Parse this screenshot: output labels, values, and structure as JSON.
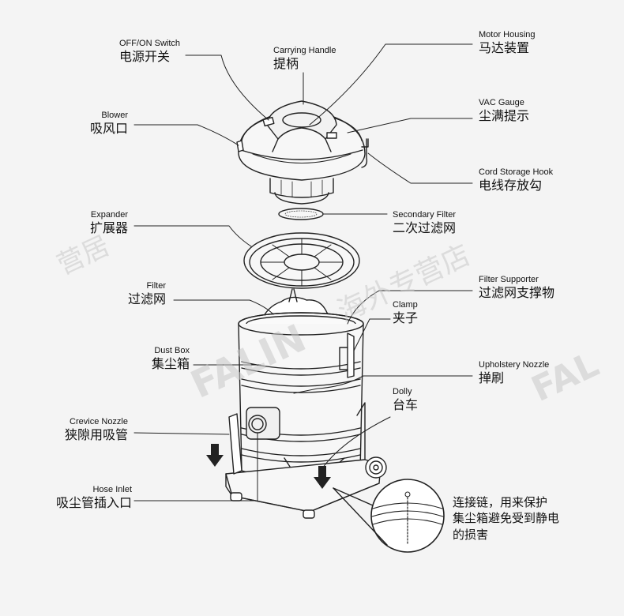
{
  "labels": {
    "off_on_switch": {
      "en": "OFF/ON Switch",
      "zh": "电源开关"
    },
    "carrying_handle": {
      "en": "Carrying Handle",
      "zh": "提柄"
    },
    "motor_housing": {
      "en": "Motor Housing",
      "zh": "马达装置"
    },
    "blower": {
      "en": "Blower",
      "zh": "吸风口"
    },
    "vac_gauge": {
      "en": "VAC Gauge",
      "zh": "尘满提示"
    },
    "cord_storage_hook": {
      "en": "Cord Storage Hook",
      "zh": "电线存放勾"
    },
    "expander": {
      "en": "Expander",
      "zh": "扩展器"
    },
    "secondary_filter": {
      "en": "Secondary Filter",
      "zh": "二次过滤网"
    },
    "filter": {
      "en": "Filter",
      "zh": "过滤网"
    },
    "filter_supporter": {
      "en": "Filter Supporter",
      "zh": "过滤网支撑物"
    },
    "clamp": {
      "en": "Clamp",
      "zh": "夹子"
    },
    "dust_box": {
      "en": "Dust Box",
      "zh": "集尘箱"
    },
    "upholstery_nozzle": {
      "en": "Upholstery Nozzle",
      "zh": "掸刷"
    },
    "dolly": {
      "en": "Dolly",
      "zh": "台车"
    },
    "crevice_nozzle": {
      "en": "Crevice Nozzle",
      "zh": "狭隙用吸管"
    },
    "hose_inlet": {
      "en": "Hose Inlet",
      "zh": "吸尘管插入口"
    }
  },
  "chain_note": [
    "连接链，用来保护",
    "集尘箱避免受到静电",
    "的损害"
  ],
  "watermarks": [
    "营居",
    "海外专营店",
    "FALIN",
    "FAL"
  ],
  "colors": {
    "line": "#222222",
    "body": "#f7f7f7",
    "watermark": "#c9c9c9"
  }
}
